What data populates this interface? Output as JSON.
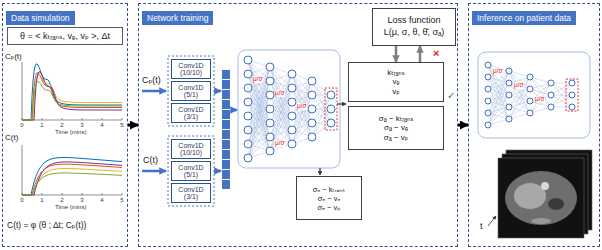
{
  "diagram": {
    "nodes": [
      {
        "text": [
          "Data simulation"
        ]
      },
      {
        "text": [
          "θ = < kₜᵣₐₙₛ, vₑ, vₚ >, Δt"
        ],
        "in": 0
      },
      {
        "text": [
          "Network training"
        ]
      },
      {
        "text": [
          "Conv1D (10/10)"
        ],
        "in": 2
      },
      {
        "text": [
          "Conv1D (5/1)"
        ],
        "in": 2
      },
      {
        "text": [
          "Conv1D (3/1)"
        ],
        "in": 2
      },
      {
        "text": [
          "Conv1D (10/10)"
        ],
        "in": 2
      },
      {
        "text": [
          "Conv1D (5/1)"
        ],
        "in": 2
      },
      {
        "text": [
          "Conv1D (3/1)"
        ],
        "in": 2
      },
      {
        "text": [
          "Loss function",
          "L(μ, σ, θ, θ̂, σₐ)"
        ],
        "in": 2
      },
      {
        "text": [
          "kₜᵣₐₙₛ",
          "vₑ",
          "vₚ"
        ],
        "in": 2
      },
      {
        "text": [
          "σₐ − kₜᵣₐₙₛ",
          "σₐ − vₑ",
          "σₐ − vₚ"
        ],
        "in": 2
      },
      {
        "text": [
          "σₑ − kₜᵣₐₙₛ",
          "σₑ − vₑ",
          "σₑ − vₚ"
        ],
        "in": 2
      },
      {
        "text": [
          "Inference on patient data"
        ]
      }
    ],
    "edges": [
      {
        "from": 0,
        "to": 2,
        "arrow": "to"
      },
      {
        "from": 2,
        "to": 13,
        "arrow": "to"
      },
      {
        "from": 9,
        "to": 10,
        "arrow": "to"
      },
      {
        "from": 10,
        "to": 9,
        "arrow": "to"
      }
    ],
    "labels": [
      "Cₚ(t)",
      "0",
      "1",
      "2",
      "3",
      "4",
      "5",
      "Time (mins)",
      "C(t)",
      "0",
      "1",
      "2",
      "3",
      "4",
      "5",
      "Time (mins)",
      "C(t) = φ (θ ; Δt; Cₚ(t))",
      "Cₚ(t)",
      "C(t)",
      "μ/σ",
      "μ/σ",
      "μ/σ",
      "μ/σ",
      "×",
      "✓",
      "μ/σ",
      "μ/σ",
      "μ/σ",
      "t"
    ]
  }
}
